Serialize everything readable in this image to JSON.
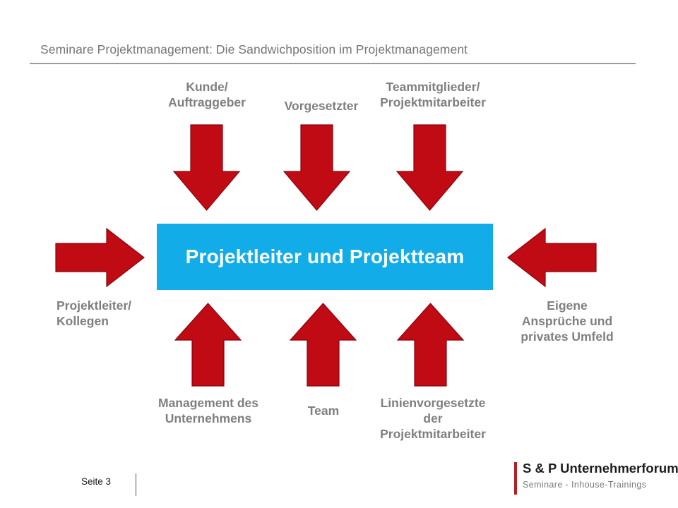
{
  "title": "Seminare Projektmanagement: Die Sandwichposition im Projektmanagement",
  "center_box": {
    "label": "Projektleiter und Projektteam",
    "background_color": "#12ACE8",
    "text_color": "#FFFFFF"
  },
  "pressures": {
    "top": [
      {
        "label": "Kunde/\nAuftraggeber"
      },
      {
        "label": "Vorgesetzter"
      },
      {
        "label": "Teammitglieder/\nProjektmitarbeiter"
      }
    ],
    "left": [
      {
        "label": "Projektleiter/\nKollegen"
      }
    ],
    "right": [
      {
        "label": "Eigene\nAnsprüche und\nprivates Umfeld"
      }
    ],
    "bottom": [
      {
        "label": "Management des\nUnternehmens"
      },
      {
        "label": "Team"
      },
      {
        "label": "Linienvorgesetzte\nder\nProjektmitarbeiter"
      }
    ]
  },
  "colors": {
    "arrow_red": "#C00A14",
    "arrow_outline": "#8E000A",
    "label_gray": "#7F7F7F",
    "title_gray": "#757575",
    "logo_bar_red": "#B42025"
  },
  "footer": {
    "page": "Seite 3",
    "logo": {
      "title": "S & P Unternehmerforum",
      "subtitle": "Seminare - Inhouse-Trainings"
    }
  }
}
